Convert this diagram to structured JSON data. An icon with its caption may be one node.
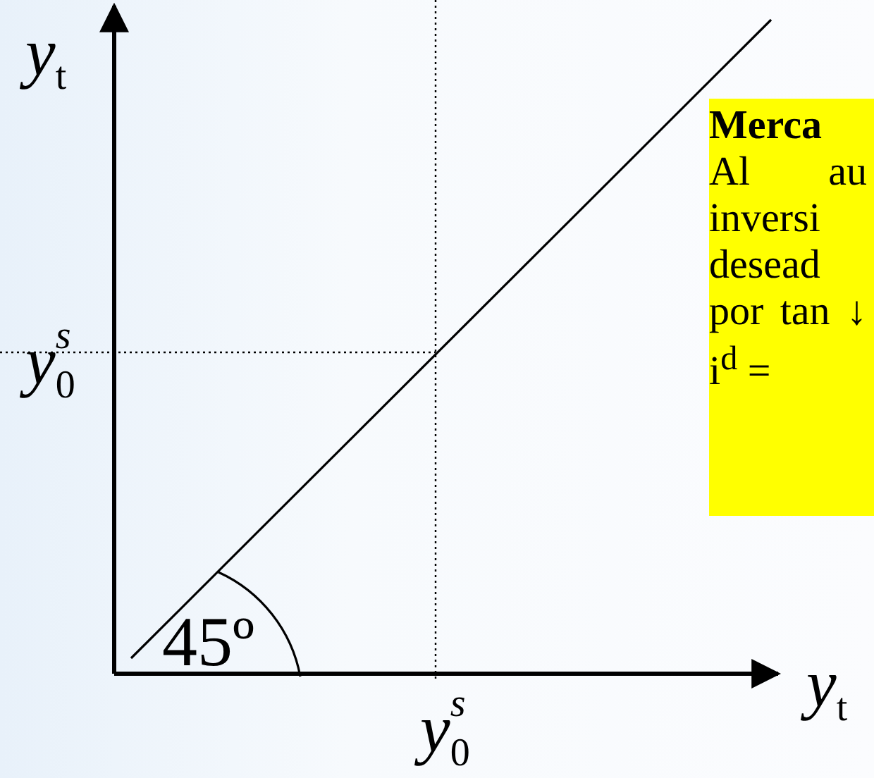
{
  "diagram": {
    "nodes": [
      {
        "text": [
          "Merca",
          "Al au inversi desead por tan ↓ i$^{d}$ ="
        ]
      }
    ],
    "labels": [
      "y$_{t}$",
      "y$_{0}$$^{s}$",
      "45º",
      "y$_{0}$$^{s}$",
      "y$_{t}$"
    ]
  }
}
